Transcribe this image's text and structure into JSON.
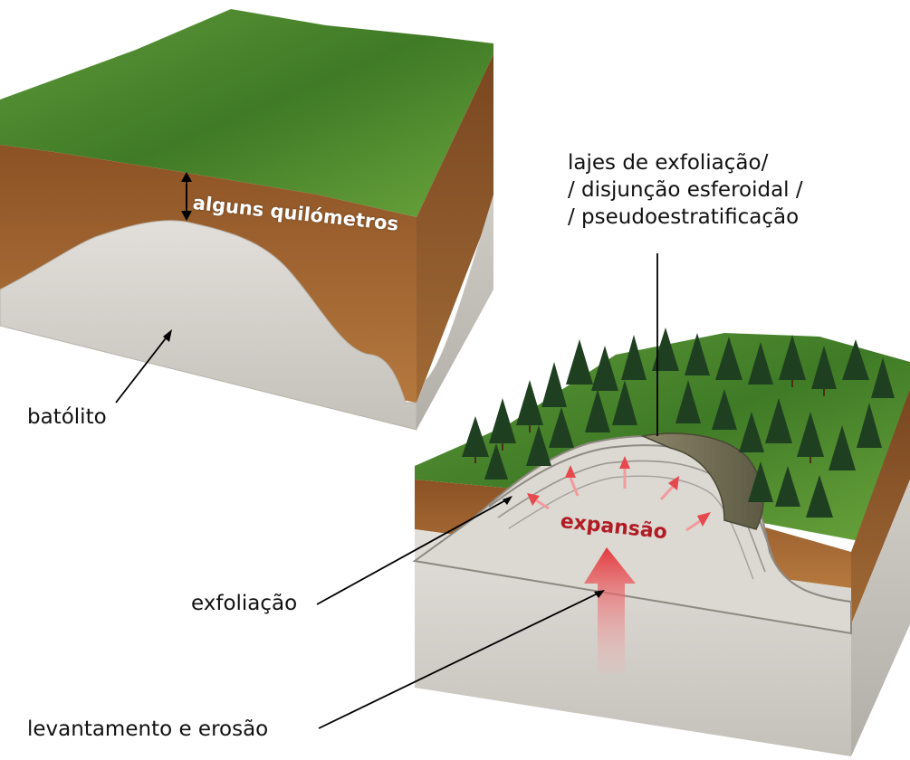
{
  "labels": {
    "thickness": "alguns quilómetros",
    "batholith": "batólito",
    "exfoliation_slabs": [
      "lajes de exfoliação/",
      "/ disjunção esferoidal /",
      "/ pseudoestratificação"
    ],
    "expansion": "expansão",
    "exfoliation": "exfoliação",
    "uplift_erosion": "levantamento e erosão"
  },
  "colors": {
    "grass": "#4f8a2c",
    "soil": "#a86a34",
    "rock": "#d6d2cc",
    "arrow_red": "#c0272d",
    "label_red": "#b01c24",
    "tree": "#1e4020"
  }
}
